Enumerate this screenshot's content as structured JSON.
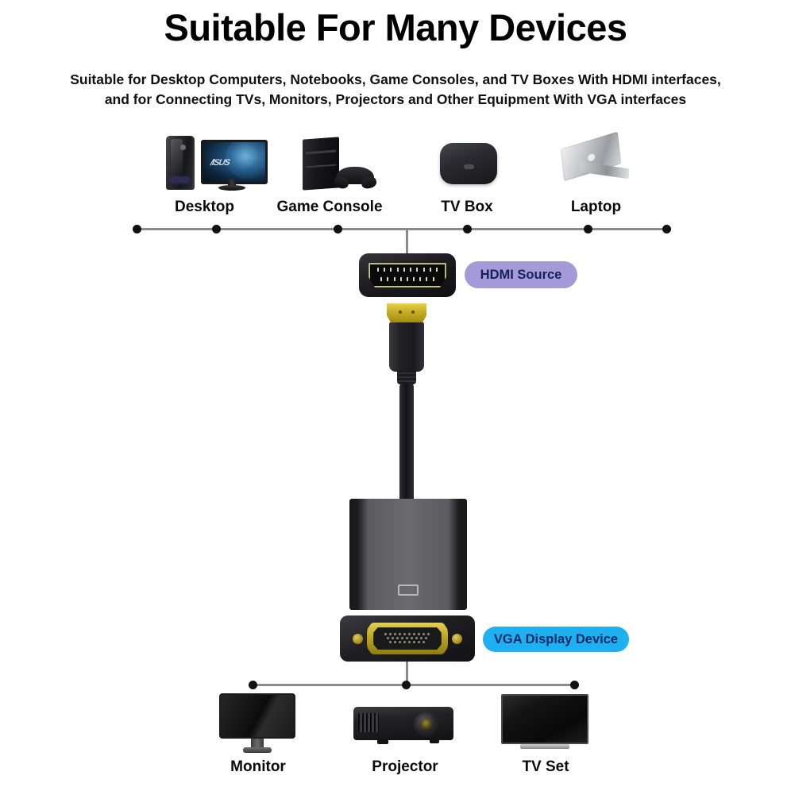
{
  "header": {
    "title": "Suitable For Many Devices",
    "subtitle_line1": "Suitable for Desktop Computers, Notebooks, Game Consoles, and TV Boxes With HDMI interfaces,",
    "subtitle_line2": "and for Connecting TVs, Monitors, Projectors and Other Equipment With VGA interfaces"
  },
  "source_devices": [
    {
      "label": "Desktop",
      "icon": "desktop-computer-icon"
    },
    {
      "label": "Game Console",
      "icon": "game-console-icon"
    },
    {
      "label": "TV Box",
      "icon": "tv-box-icon"
    },
    {
      "label": "Laptop",
      "icon": "laptop-icon"
    }
  ],
  "display_devices": [
    {
      "label": "Monitor",
      "icon": "monitor-icon"
    },
    {
      "label": "Projector",
      "icon": "projector-icon"
    },
    {
      "label": "TV Set",
      "icon": "tv-set-icon"
    }
  ],
  "badges": {
    "hdmi": {
      "label": "HDMI Source",
      "color": "#a49ad8",
      "text_color": "#16205c"
    },
    "vga": {
      "label": "VGA Display Device",
      "color": "#1eb0f0",
      "text_color": "#0d2a66"
    }
  },
  "product": {
    "hdmi_port": "hdmi-female-port",
    "hdmi_plug": "hdmi-male-plug",
    "cable": "adapter-cable",
    "adapter_body": "hdmi-to-vga-adapter-body",
    "vga_port": "vga-female-port"
  },
  "colors": {
    "background": "#ffffff",
    "line": "#8b8b8b",
    "dot": "#111111",
    "text": "#000000",
    "gold": "#c8ae22"
  }
}
